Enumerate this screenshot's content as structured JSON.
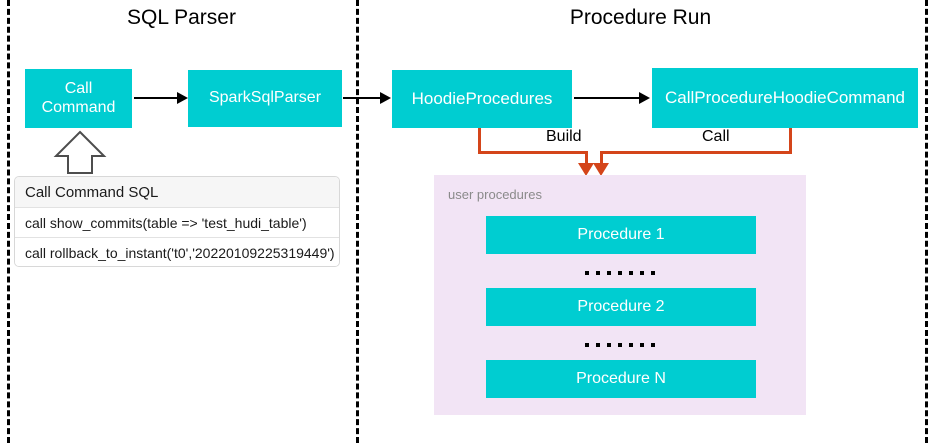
{
  "sections": [
    {
      "title": "SQL Parser"
    },
    {
      "title": "Procedure Run"
    }
  ],
  "parser_nodes": [
    {
      "label": "Call\nCommand",
      "name": "call-command"
    },
    {
      "label": "SparkSqlParser",
      "name": "spark-sql-parser"
    }
  ],
  "run_nodes": [
    {
      "label": "HoodieProcedures",
      "name": "hoodie-procedures"
    },
    {
      "label": "CallProcedureHoodieCommand",
      "name": "call-procedure-hoodie-command"
    }
  ],
  "sql_table": {
    "header": "Call Command SQL",
    "rows": [
      "call show_commits(table => 'test_hudi_table')",
      "call rollback_to_instant('t0','20220109225319449')"
    ]
  },
  "edge_labels": {
    "build": "Build",
    "call": "Call"
  },
  "panel": {
    "label": "user procedures",
    "procedures": [
      "Procedure 1",
      "Procedure 2",
      "Procedure N"
    ],
    "ellipsis": "......."
  },
  "colors": {
    "node_teal": "#00CDD1",
    "panel_lavender": "#F2E4F5",
    "connector_orange": "#D4451A",
    "arrow_black": "#000000",
    "divider_black": "#000000"
  }
}
